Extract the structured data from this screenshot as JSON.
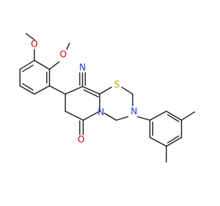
{
  "molecule": {
    "atom_labels": {
      "methoxy_o_upper": "O",
      "methoxy_o_lower": "O",
      "nitrile_n": "N",
      "thiazine_s": "S",
      "ring_n_left": "N",
      "ring_n_right": "N",
      "carbonyl_o": "O"
    },
    "colors": {
      "bond": "#2b2b2b",
      "oxygen": "#d40000",
      "nitrogen": "#1f3bd4",
      "sulfur": "#b8a400"
    }
  }
}
